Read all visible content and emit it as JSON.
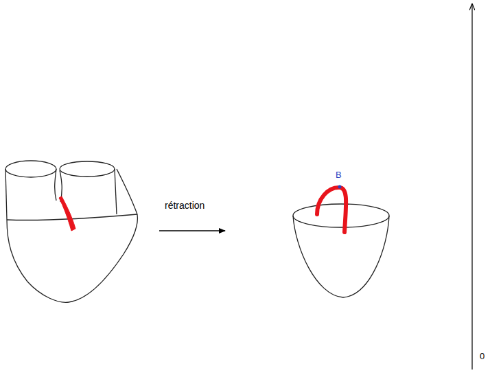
{
  "diagram": {
    "labels": [
      "rétraction",
      "B",
      "0"
    ]
  }
}
